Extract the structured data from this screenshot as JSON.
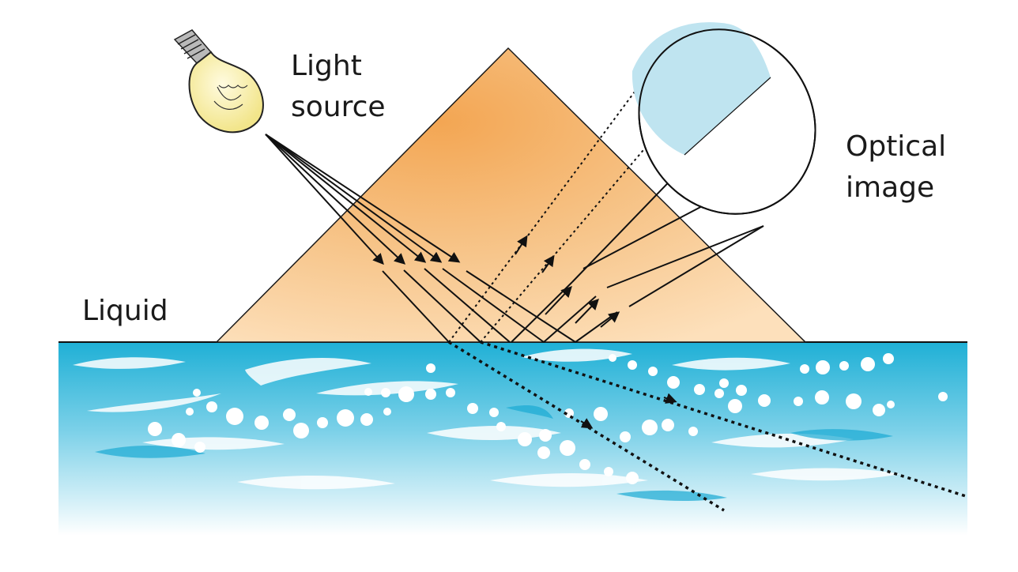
{
  "labels": {
    "light_source": [
      "Light",
      "source"
    ],
    "optical_image": [
      "Optical",
      "image"
    ],
    "liquid": "Liquid"
  },
  "colors": {
    "prism_light": "#fde0bb",
    "prism_dark": "#f3a653",
    "liquid_top": "#2eb3d8",
    "liquid_bottom": "#ffffff",
    "lens_cap": "#bfe4f0",
    "bulb_glass": "#fbf2a6",
    "ray": "#111111"
  },
  "icons": {
    "light_source": "light-bulb-icon",
    "lens": "lens-icon"
  }
}
